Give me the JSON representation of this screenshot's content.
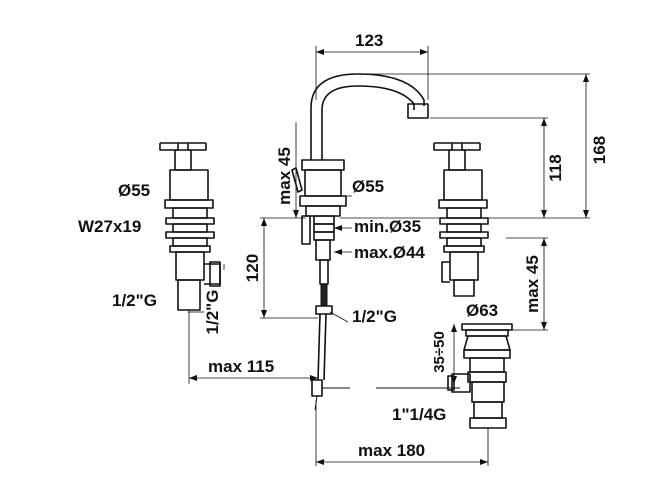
{
  "labels": {
    "width_123": "123",
    "height_168": "168",
    "height_118": "118",
    "max45_spout": "max 45",
    "d55_left": "Ø55",
    "d55_center": "Ø55",
    "w27": "W27x19",
    "min35": "min.Ø35",
    "max44": "max.Ø44",
    "h120": "120",
    "max45_right": "max 45",
    "g12_left": "1/2\"G",
    "g12_left_vert": "1/2\"G",
    "g12_center": "1/2\"G",
    "d63": "Ø63",
    "range_35_50": "35÷50",
    "max115": "max 115",
    "g114": "1\"1/4G",
    "max180": "max 180"
  }
}
